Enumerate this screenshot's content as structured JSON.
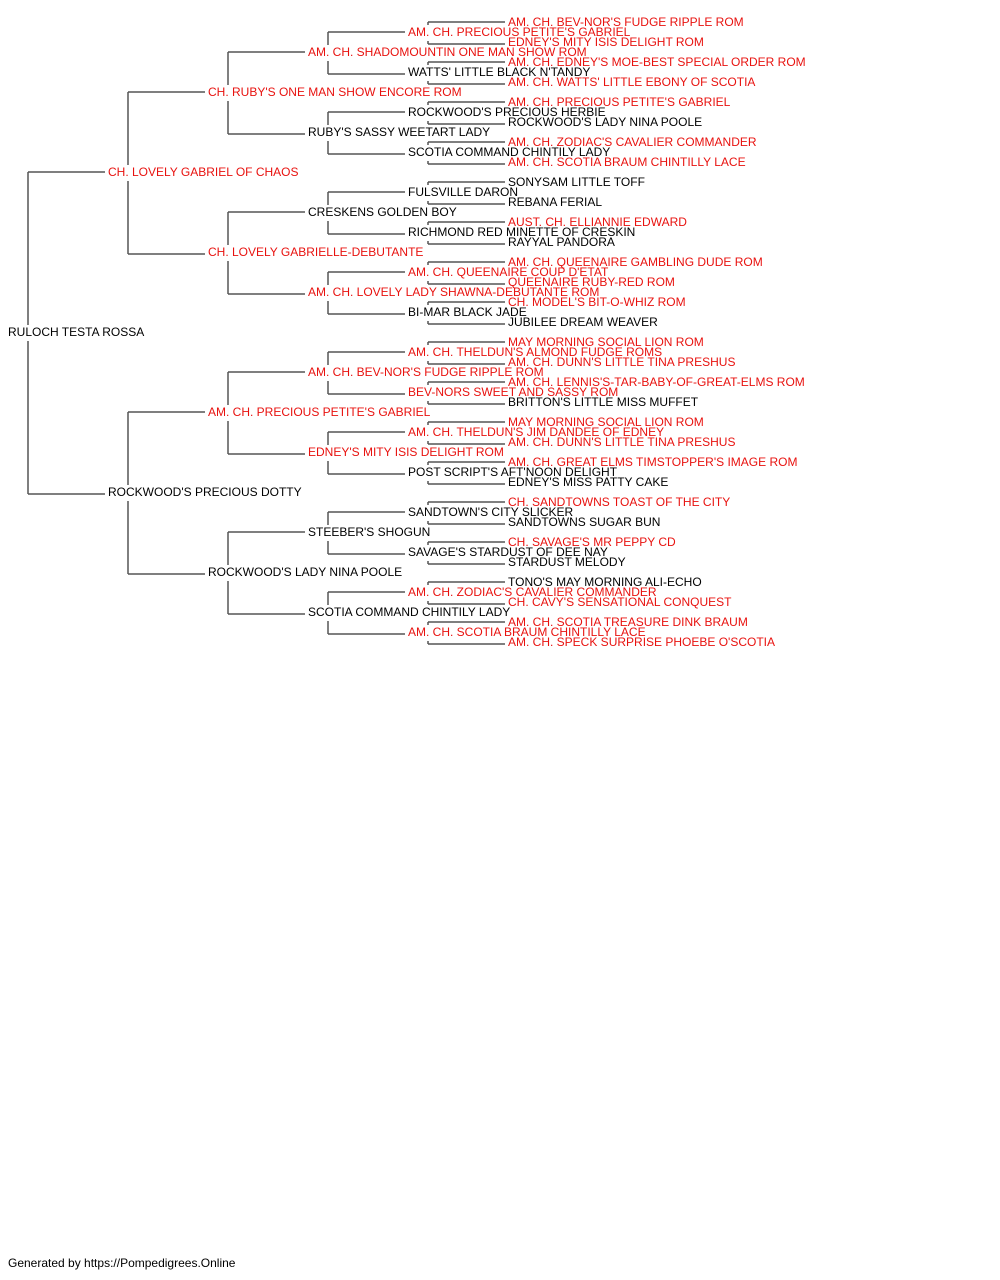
{
  "colors": {
    "champion": "#e8120f",
    "regular": "#000000",
    "line": "#555555"
  },
  "footer": "Generated by https://Pompedigrees.Online",
  "pedigree": {
    "name": "RULOCH TESTA ROSSA",
    "ch": false,
    "sire": {
      "name": "CH. LOVELY GABRIEL OF CHAOS",
      "ch": true,
      "sire": {
        "name": "CH. RUBY'S ONE MAN SHOW ENCORE ROM",
        "ch": true,
        "sire": {
          "name": "AM. CH. SHADOMOUNTIN ONE MAN SHOW ROM",
          "ch": true,
          "sire": {
            "name": "AM. CH. PRECIOUS PETITE'S GABRIEL",
            "ch": true,
            "sire": {
              "name": "AM. CH. BEV-NOR'S FUDGE RIPPLE ROM",
              "ch": true
            },
            "dam": {
              "name": "EDNEY'S MITY ISIS DELIGHT ROM",
              "ch": true
            }
          },
          "dam": {
            "name": "WATTS' LITTLE BLACK N'TANDY",
            "ch": false,
            "sire": {
              "name": "AM. CH. EDNEY'S MOE-BEST SPECIAL ORDER ROM",
              "ch": true
            },
            "dam": {
              "name": "AM. CH. WATTS' LITTLE EBONY OF SCOTIA",
              "ch": true
            }
          }
        },
        "dam": {
          "name": "RUBY'S SASSY WEETART LADY",
          "ch": false,
          "sire": {
            "name": "ROCKWOOD'S PRECIOUS HERBIE",
            "ch": false,
            "sire": {
              "name": "AM. CH. PRECIOUS PETITE'S GABRIEL",
              "ch": true
            },
            "dam": {
              "name": "ROCKWOOD'S LADY NINA POOLE",
              "ch": false
            }
          },
          "dam": {
            "name": "SCOTIA COMMAND CHINTILY LADY",
            "ch": false,
            "sire": {
              "name": "AM. CH. ZODIAC'S CAVALIER COMMANDER",
              "ch": true
            },
            "dam": {
              "name": "AM. CH. SCOTIA BRAUM CHINTILLY LACE",
              "ch": true
            }
          }
        }
      },
      "dam": {
        "name": "CH. LOVELY GABRIELLE-DEBUTANTE",
        "ch": true,
        "sire": {
          "name": "CRESKENS GOLDEN BOY",
          "ch": false,
          "sire": {
            "name": "FULSVILLE DARON",
            "ch": false,
            "sire": {
              "name": "SONYSAM LITTLE TOFF",
              "ch": false
            },
            "dam": {
              "name": "REBANA FERIAL",
              "ch": false
            }
          },
          "dam": {
            "name": "RICHMOND RED MINETTE OF CRESKIN",
            "ch": false,
            "sire": {
              "name": "AUST. CH. ELLIANNIE EDWARD",
              "ch": true
            },
            "dam": {
              "name": "RAYYAL PANDORA",
              "ch": false
            }
          }
        },
        "dam": {
          "name": "AM. CH. LOVELY LADY SHAWNA-DEBUTANTE ROM",
          "ch": true,
          "sire": {
            "name": "AM. CH. QUEENAIRE COUP D'ETAT",
            "ch": true,
            "sire": {
              "name": "AM. CH. QUEENAIRE GAMBLING DUDE ROM",
              "ch": true
            },
            "dam": {
              "name": "QUEENAIRE RUBY-RED ROM",
              "ch": true
            }
          },
          "dam": {
            "name": "BI-MAR BLACK JADE",
            "ch": false,
            "sire": {
              "name": "CH. MODEL'S BIT-O-WHIZ ROM",
              "ch": true
            },
            "dam": {
              "name": "JUBILEE DREAM WEAVER",
              "ch": false
            }
          }
        }
      }
    },
    "dam": {
      "name": "ROCKWOOD'S PRECIOUS DOTTY",
      "ch": false,
      "sire": {
        "name": "AM. CH. PRECIOUS PETITE'S GABRIEL",
        "ch": true,
        "sire": {
          "name": "AM. CH. BEV-NOR'S FUDGE RIPPLE ROM",
          "ch": true,
          "sire": {
            "name": "AM. CH. THELDUN'S ALMOND FUDGE ROMS",
            "ch": true,
            "sire": {
              "name": "MAY MORNING SOCIAL LION ROM",
              "ch": true
            },
            "dam": {
              "name": "AM. CH. DUNN'S LITTLE TINA PRESHUS",
              "ch": true
            }
          },
          "dam": {
            "name": "BEV-NORS SWEET AND SASSY ROM",
            "ch": true,
            "sire": {
              "name": "AM. CH. LENNIS'S-TAR-BABY-OF-GREAT-ELMS ROM",
              "ch": true
            },
            "dam": {
              "name": "BRITTON'S LITTLE MISS MUFFET",
              "ch": false
            }
          }
        },
        "dam": {
          "name": "EDNEY'S MITY ISIS DELIGHT ROM",
          "ch": true,
          "sire": {
            "name": "AM. CH. THELDUN'S JIM DANDEE OF EDNEY",
            "ch": true,
            "sire": {
              "name": "MAY MORNING SOCIAL LION ROM",
              "ch": true
            },
            "dam": {
              "name": "AM. CH. DUNN'S LITTLE TINA PRESHUS",
              "ch": true
            }
          },
          "dam": {
            "name": "POST SCRIPT'S AFT'NOON DELIGHT",
            "ch": false,
            "sire": {
              "name": "AM. CH. GREAT ELMS TIMSTOPPER'S IMAGE ROM",
              "ch": true
            },
            "dam": {
              "name": "EDNEY'S MISS PATTY CAKE",
              "ch": false
            }
          }
        }
      },
      "dam": {
        "name": "ROCKWOOD'S LADY NINA POOLE",
        "ch": false,
        "sire": {
          "name": "STEEBER'S SHOGUN",
          "ch": false,
          "sire": {
            "name": "SANDTOWN'S CITY SLICKER",
            "ch": false,
            "sire": {
              "name": "CH. SANDTOWNS TOAST OF THE CITY",
              "ch": true
            },
            "dam": {
              "name": "SANDTOWNS SUGAR BUN",
              "ch": false
            }
          },
          "dam": {
            "name": "SAVAGE'S STARDUST OF DEE NAY",
            "ch": false,
            "sire": {
              "name": "CH. SAVAGE'S MR PEPPY CD",
              "ch": true
            },
            "dam": {
              "name": "STARDUST MELODY",
              "ch": false
            }
          }
        },
        "dam": {
          "name": "SCOTIA COMMAND CHINTILY LADY",
          "ch": false,
          "sire": {
            "name": "AM. CH. ZODIAC'S CAVALIER COMMANDER",
            "ch": true,
            "sire": {
              "name": "TONO'S MAY MORNING ALI-ECHO",
              "ch": false
            },
            "dam": {
              "name": "CH. CAVY'S SENSATIONAL CONQUEST",
              "ch": true
            }
          },
          "dam": {
            "name": "AM. CH. SCOTIA BRAUM CHINTILLY LACE",
            "ch": true,
            "sire": {
              "name": "AM. CH. SCOTIA TREASURE DINK BRAUM",
              "ch": true
            },
            "dam": {
              "name": "AM. CH. SPECK SURPRISE PHOEBE O'SCOTIA",
              "ch": true
            }
          }
        }
      }
    }
  }
}
